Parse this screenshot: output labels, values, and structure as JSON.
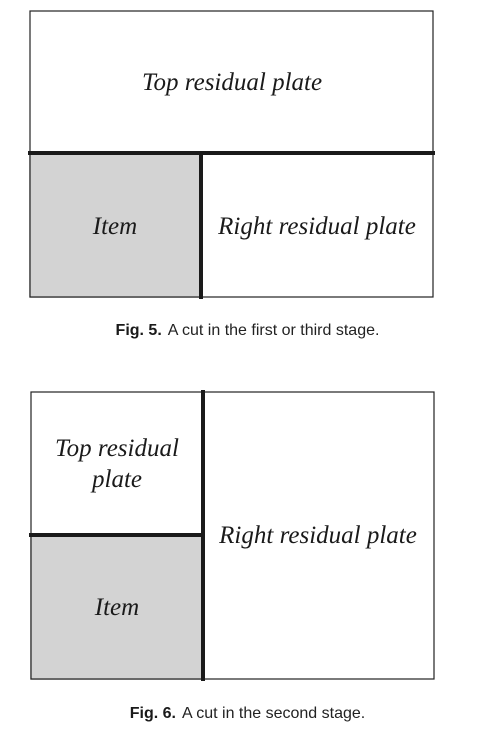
{
  "figures": [
    {
      "id": "fig5",
      "regions": {
        "top": "Top residual plate",
        "item": "Item",
        "right": "Right residual plate"
      },
      "caption": {
        "number": "Fig. 5.",
        "text": "A cut in the first or third stage."
      }
    },
    {
      "id": "fig6",
      "regions": {
        "top_line1": "Top residual",
        "top_line2": "plate",
        "item": "Item",
        "right": "Right residual plate"
      },
      "caption": {
        "number": "Fig. 6.",
        "text": "A cut in the second stage."
      }
    }
  ],
  "colors": {
    "item_fill": "#d3d3d3",
    "outline": "#222222",
    "cut_line": "#1a1a1a"
  }
}
